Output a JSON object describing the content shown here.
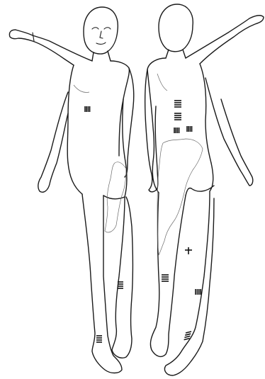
{
  "colors": {
    "background": "#ffffff",
    "outline": "#1a1a1a",
    "skin_boundary": "#6b6b6b",
    "tattoo": "#111111"
  },
  "figures": [
    {
      "name": "front-view"
    },
    {
      "name": "back-view"
    }
  ],
  "tattoo_groups": [
    {
      "name": "tattoo-front-chest",
      "count": 4
    },
    {
      "name": "tattoo-front-right-knee",
      "count": 4
    },
    {
      "name": "tattoo-front-left-ankle",
      "count": 4
    },
    {
      "name": "tattoo-back-spine-upper",
      "count": 4
    },
    {
      "name": "tattoo-back-spine-mid",
      "count": 4
    },
    {
      "name": "tattoo-back-lumbar-left",
      "count": 4
    },
    {
      "name": "tattoo-back-lumbar-right",
      "count": 4
    },
    {
      "name": "tattoo-back-left-calf",
      "count": 4
    },
    {
      "name": "tattoo-back-right-calf",
      "count": 4
    },
    {
      "name": "tattoo-back-right-ankle",
      "count": 4
    },
    {
      "name": "tattoo-back-right-knee-cross",
      "count": 1
    }
  ]
}
